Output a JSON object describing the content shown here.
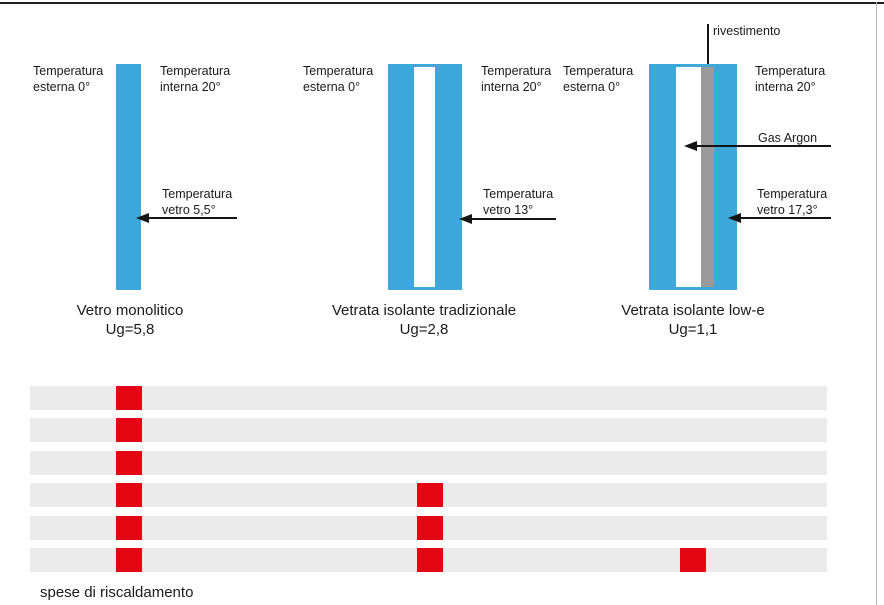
{
  "colors": {
    "glass_blue": "#3fa8da",
    "coating_gray": "#9a9a9a",
    "bar_gray": "#ebebeb",
    "cost_red": "#e30613",
    "line_black": "#151515"
  },
  "panels": [
    {
      "title": "Vetro monolitico",
      "ug": "Ug=5,8",
      "temp_ext": "Temperatura\nesterna 0°",
      "temp_int": "Temperatura\ninterna 20°",
      "temp_glass": "Temperatura\nvetro 5,5°"
    },
    {
      "title": "Vetrata isolante tradizionale",
      "ug": "Ug=2,8",
      "temp_ext": "Temperatura\nesterna 0°",
      "temp_int": "Temperatura\ninterna 20°",
      "temp_glass": "Temperatura\nvetro 13°"
    },
    {
      "title": "Vetrata isolante low-e",
      "ug": "Ug=1,1",
      "temp_ext": "Temperatura\nesterna 0°",
      "temp_int": "Temperatura\ninterna 20°",
      "temp_glass": "Temperatura\nvetro 17,3°",
      "coating_label": "rivestimento",
      "gas_label": "Gas Argon"
    }
  ],
  "chart_data": {
    "type": "pictogram",
    "title": "spese di riscaldamento",
    "categories": [
      "Vetro monolitico (Ug=5,8)",
      "Vetrata isolante tradizionale (Ug=2,8)",
      "Vetrata isolante low-e (Ug=1,1)"
    ],
    "values": [
      6,
      3,
      1
    ],
    "rows": 6,
    "row_pitch": 32.4,
    "columns_x": [
      86,
      387,
      650
    ],
    "legend": "none",
    "grid": "horizontal gray bands"
  }
}
